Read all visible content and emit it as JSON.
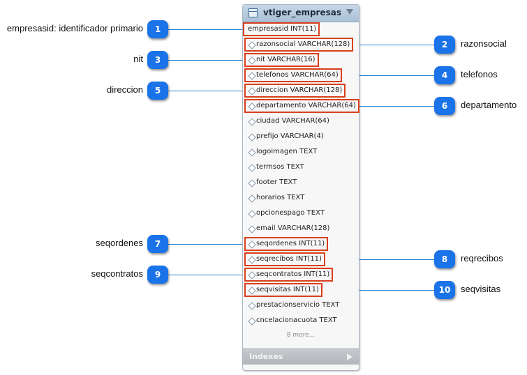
{
  "table": {
    "title": "vtiger_empresas",
    "columns": [
      "empresasid INT(11)",
      "razonsocial VARCHAR(128)",
      "nit VARCHAR(16)",
      "telefonos VARCHAR(64)",
      "direccion VARCHAR(128)",
      "departamento VARCHAR(64)",
      "ciudad VARCHAR(64)",
      "prefijo VARCHAR(4)",
      "logoimagen TEXT",
      "termsos TEXT",
      "footer TEXT",
      "horarios TEXT",
      "opcionespago TEXT",
      "email VARCHAR(128)",
      "seqordenes INT(11)",
      "seqrecibos INT(11)",
      "seqcontratos INT(11)",
      "seqvisitas INT(11)",
      "prestacionservicio TEXT",
      "cncelacionacuota TEXT"
    ],
    "more_label": "8 more...",
    "indexes_label": "Indexes"
  },
  "callouts": [
    {
      "number": "1",
      "label": "empresasid: identificador primario",
      "side": "left",
      "column": 0
    },
    {
      "number": "2",
      "label": "razonsocial",
      "side": "right",
      "column": 1
    },
    {
      "number": "3",
      "label": "nit",
      "side": "left",
      "column": 2
    },
    {
      "number": "4",
      "label": "telefonos",
      "side": "right",
      "column": 3
    },
    {
      "number": "5",
      "label": "direccion",
      "side": "left",
      "column": 4
    },
    {
      "number": "6",
      "label": "departamento",
      "side": "right",
      "column": 5
    },
    {
      "number": "7",
      "label": "seqordenes",
      "side": "left",
      "column": 14
    },
    {
      "number": "8",
      "label": "reqrecibos",
      "side": "right",
      "column": 15
    },
    {
      "number": "9",
      "label": "seqcontratos",
      "side": "left",
      "column": 16
    },
    {
      "number": "10",
      "label": "seqvisitas",
      "side": "right",
      "column": 17
    }
  ],
  "colors": {
    "callout": "#1a73e8",
    "highlight": "#d8401c",
    "connector": "#1f7fd0"
  }
}
